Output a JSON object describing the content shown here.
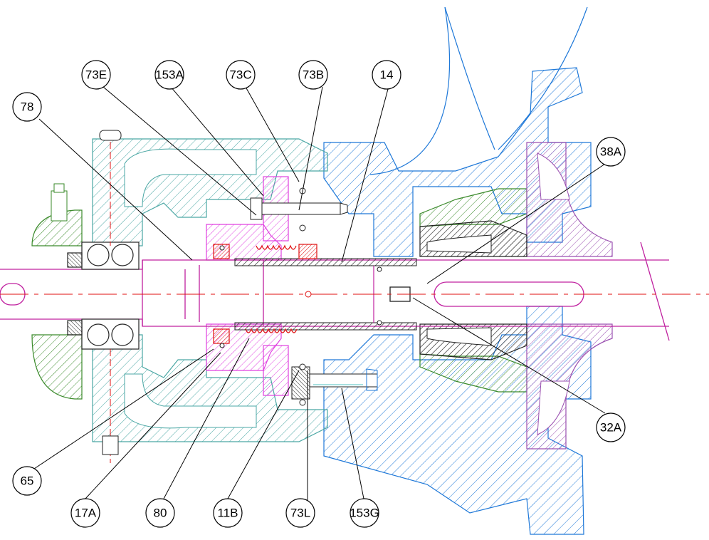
{
  "diagram": {
    "type": "pump cross-section drawing",
    "callouts": [
      {
        "id": "78",
        "label": "78"
      },
      {
        "id": "73E",
        "label": "73E"
      },
      {
        "id": "153A",
        "label": "153A"
      },
      {
        "id": "73C",
        "label": "73C"
      },
      {
        "id": "73B",
        "label": "73B"
      },
      {
        "id": "14",
        "label": "14"
      },
      {
        "id": "38A",
        "label": "38A"
      },
      {
        "id": "32A",
        "label": "32A"
      },
      {
        "id": "65",
        "label": "65"
      },
      {
        "id": "17A",
        "label": "17A"
      },
      {
        "id": "80",
        "label": "80"
      },
      {
        "id": "11B",
        "label": "11B"
      },
      {
        "id": "73L",
        "label": "73L"
      },
      {
        "id": "153G",
        "label": "153G"
      }
    ],
    "colors": {
      "bearing_housing": "#4aa7a4",
      "casing": "#1e78d8",
      "gland": "#e040e0",
      "impeller": "#9a4fb0",
      "wear_ring": "#3a8a2a",
      "seal_spring": "#e01010",
      "shaft": "#c0209f",
      "sleeve": "#222222",
      "centerline": "#e01010",
      "leaders": "#000000"
    }
  }
}
